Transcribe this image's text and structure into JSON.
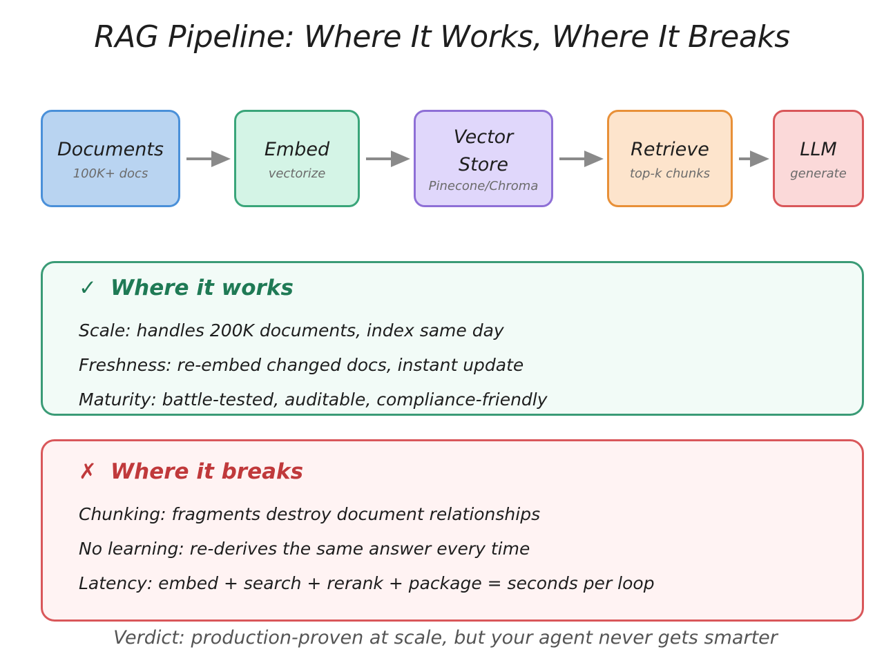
{
  "title": "RAG Pipeline: Where It Works, Where It Breaks",
  "pipeline": [
    {
      "label": "Documents",
      "sub": "100K+ docs",
      "fill": "#b9d4f1",
      "stroke": "#4a90d9"
    },
    {
      "label": "Embed",
      "sub": "vectorize",
      "fill": "#d4f4e6",
      "stroke": "#3aa57a"
    },
    {
      "label": "Vector\nStore",
      "sub": "Pinecone/Chroma",
      "fill": "#e0d7fb",
      "stroke": "#8e6fd6"
    },
    {
      "label": "Retrieve",
      "sub": "top-k chunks",
      "fill": "#fde4cc",
      "stroke": "#e89038"
    },
    {
      "label": "LLM",
      "sub": "generate",
      "fill": "#fbd9d9",
      "stroke": "#d9575a"
    }
  ],
  "arrow_color": "#8a8a8a",
  "works": {
    "icon": "check-icon",
    "icon_glyph": "✓",
    "heading": "Where it works",
    "fill": "#f2fbf7",
    "stroke": "#3a9b76",
    "heading_color": "#1f7a55",
    "items": [
      "Scale: handles 200K documents, index same day",
      "Freshness: re-embed changed docs, instant update",
      "Maturity: battle-tested, auditable, compliance-friendly"
    ]
  },
  "breaks": {
    "icon": "cross-icon",
    "icon_glyph": "✗",
    "heading": "Where it breaks",
    "fill": "#fff3f3",
    "stroke": "#d9575a",
    "heading_color": "#c0393b",
    "items": [
      "Chunking: fragments destroy document relationships",
      "No learning: re-derives the same answer every time",
      "Latency: embed + search + rerank + package = seconds per loop"
    ]
  },
  "verdict": "Verdict: production-proven at scale, but your agent never gets smarter"
}
